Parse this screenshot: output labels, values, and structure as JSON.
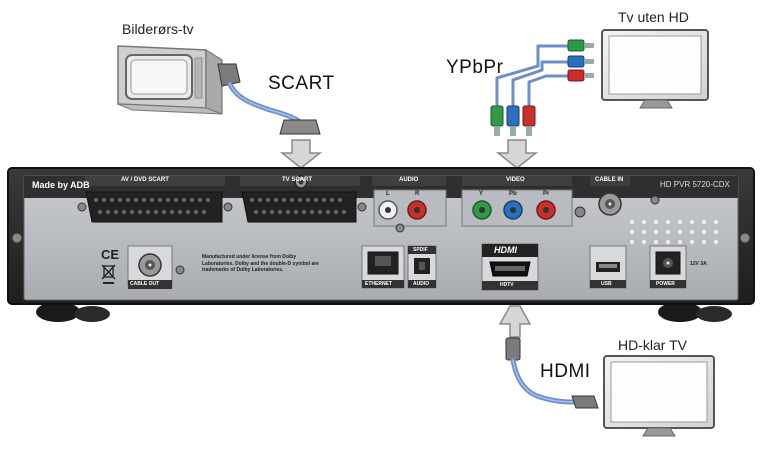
{
  "labels": {
    "crt_tv": "Bilderørs-tv",
    "scart": "SCART",
    "ypbpr": "YPbPr",
    "tv_no_hd": "Tv uten HD",
    "hdmi": "HDMI",
    "hd_tv": "HD-klar TV"
  },
  "box": {
    "brand": "Made by ADB",
    "model": "HD PVR 5720-CDX",
    "av_scart": "AV / DVD SCART",
    "tv_scart": "TV SCART",
    "audio": "AUDIO",
    "audio_l": "L",
    "audio_r": "R",
    "video": "VIDEO",
    "video_y": "Y",
    "video_pb": "Pb",
    "video_pr": "Pr",
    "cable_in": "CABLE IN",
    "cable_out": "CABLE OUT",
    "ce": "CE",
    "license_text": "Manufactured under license from Dolby Laboratories. Dolby and the double-D symbol are trademarks of Dolby Laboratories.",
    "ethernet": "ETHERNET",
    "spdif": "SPDIF",
    "spdif_audio": "AUDIO",
    "hdmi_logo": "HDMI",
    "hdtv": "HDTV",
    "usb": "USB",
    "power": "POWER",
    "power_rating": "12V 3A"
  },
  "colors": {
    "box_body": "#2b2b2b",
    "cable_blue": "#6f8fc9",
    "rca_green": "#2e9a45",
    "rca_blue": "#2a6fc0",
    "rca_red": "#c9302c",
    "arrow_fill": "#d6d6d6"
  }
}
